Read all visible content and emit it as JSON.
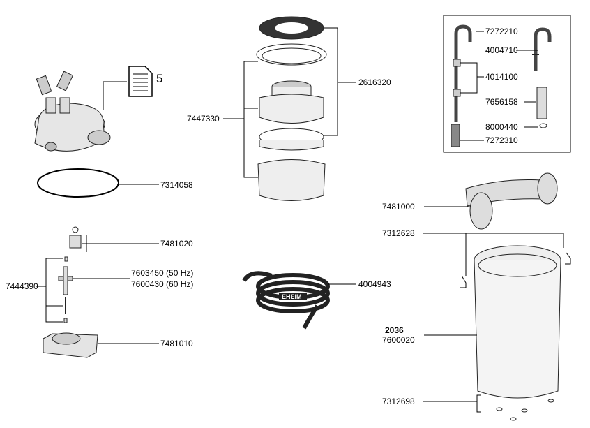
{
  "diagram": {
    "manual_reference": "5",
    "parts": {
      "gasket_large": "7314058",
      "pump_head_group": "7447330",
      "foam_top": "2616320",
      "hose_assembly": "4004943",
      "intake_j_tube": "7272210",
      "spray_bar": "4004710",
      "suction_cups": "4014100",
      "connector_valve": "7656158",
      "small_oring": "8000440",
      "strainer": "7272310",
      "handle": "7481000",
      "clips": "7312628",
      "canister_model": "2036",
      "canister": "7600020",
      "feet": "7312698",
      "impeller_cover": "7481020",
      "impeller_50hz": "7603450 (50 Hz)",
      "impeller_60hz": "7600430 (60 Hz)",
      "impeller_set": "7444390",
      "motor_base": "7481010"
    },
    "hose_brand": "EHEIM"
  }
}
